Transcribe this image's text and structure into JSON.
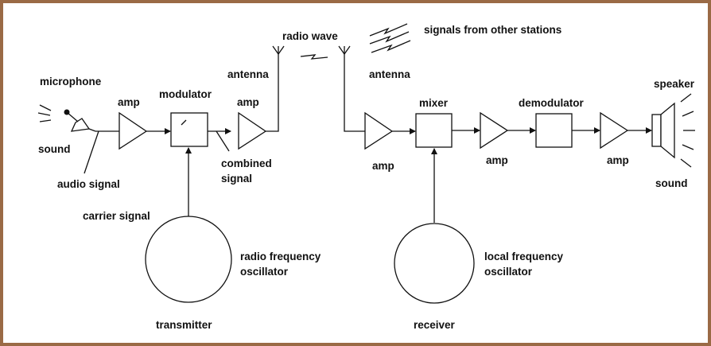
{
  "diagram": {
    "labels": {
      "radio_wave": "radio wave",
      "signals_other": "signals from other stations",
      "microphone": "microphone",
      "antenna_tx": "antenna",
      "antenna_rx": "antenna",
      "speaker": "speaker",
      "sound_in": "sound",
      "sound_out": "sound",
      "amp_mic": "amp",
      "modulator": "modulator",
      "amp_tx": "amp",
      "mixer": "mixer",
      "demodulator": "demodulator",
      "amp_rx1": "amp",
      "amp_rx2": "amp",
      "amp_rx3": "amp",
      "audio_signal": "audio signal",
      "combined_signal_1": "combined",
      "combined_signal_2": "signal",
      "carrier_signal": "carrier signal",
      "rf_osc_1": "radio frequency",
      "rf_osc_2": "oscillator",
      "lf_osc_1": "local frequency",
      "lf_osc_2": "oscillator",
      "transmitter": "transmitter",
      "receiver": "receiver"
    },
    "colors": {
      "frame": "#9a6a45",
      "ink": "#111111"
    }
  }
}
